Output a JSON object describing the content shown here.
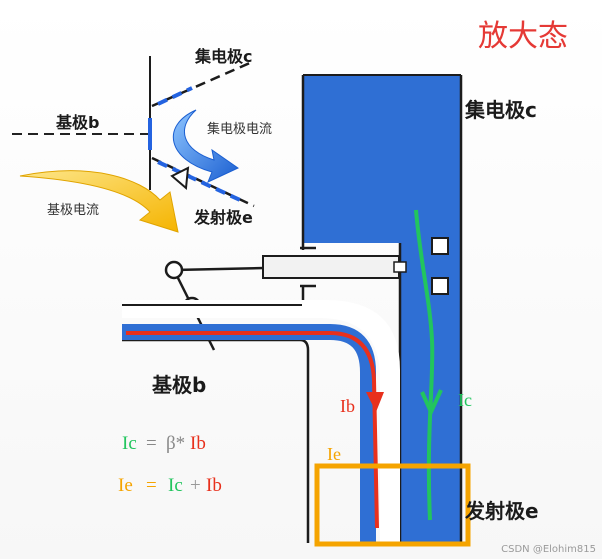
{
  "title": "放大态",
  "symbol": {
    "collector_label": "集电极c",
    "base_label": "基极b",
    "emitter_label": "发射极e",
    "collector_current": "集电极电流",
    "base_current": "基极电流"
  },
  "pipes": {
    "collector_label": "集电极c",
    "base_label": "基极b",
    "emitter_label": "发射极e"
  },
  "flows": {
    "ib": "Ib",
    "ic": "Ic",
    "ie": "Ie"
  },
  "formulas": {
    "f1": {
      "lhs": "Ic",
      "eq": "=",
      "beta": "β*",
      "rhs": "Ib"
    },
    "f2": {
      "lhs": "Ie",
      "eq": "=",
      "t1": "Ic",
      "plus": "+",
      "t2": "Ib"
    }
  },
  "watermark": "CSDN @Elohim815",
  "colors": {
    "title": "#e53935",
    "pipe_blue": "#2f6fd4",
    "pipe_dark": "#1c1c1c",
    "ib_red": "#e8301c",
    "ic_green": "#22c55e",
    "ie_orange": "#f5a400",
    "arrow_yellow": "#f5c518",
    "arrow_blue": "#1f6fd8"
  }
}
